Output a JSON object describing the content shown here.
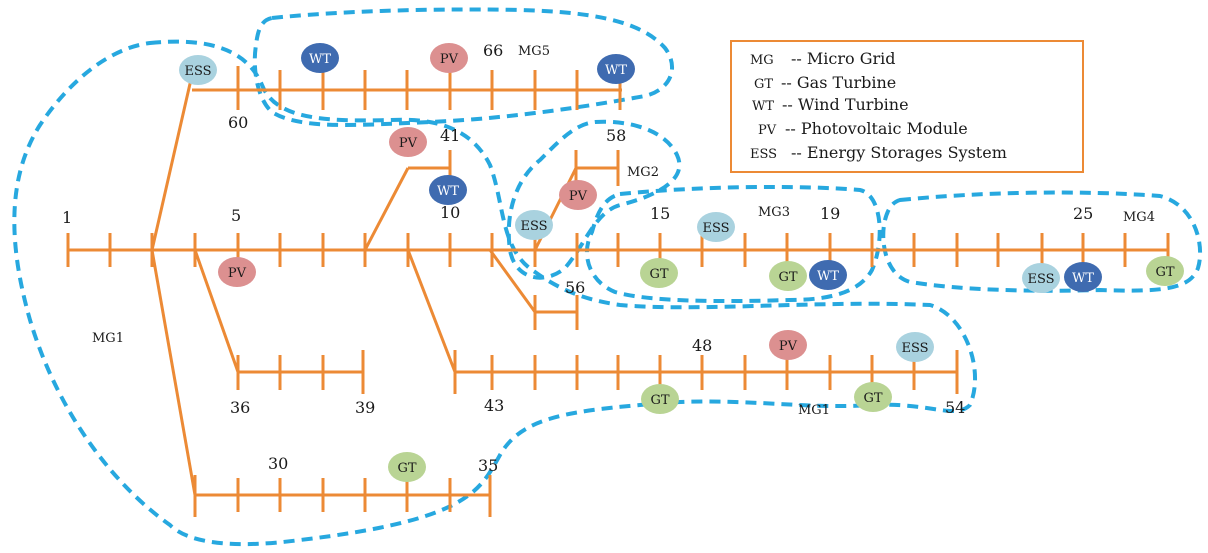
{
  "colors": {
    "line": "#ec8a35",
    "boundary": "#27a8df",
    "WT": "#3f6bb0",
    "PV": "#dc9090",
    "GT": "#b9d494",
    "ESS": "#a9d2df",
    "legend_border": "#ec8a35"
  },
  "components": {
    "WT": "WT",
    "PV": "PV",
    "GT": "GT",
    "ESS": "ESS"
  },
  "node_labels": {
    "n1": "1",
    "n5": "5",
    "n10": "10",
    "n15": "15",
    "n19": "19",
    "n25": "25",
    "n30": "30",
    "n35": "35",
    "n36": "36",
    "n39": "39",
    "n41": "41",
    "n43": "43",
    "n48": "48",
    "n54": "54",
    "n56": "56",
    "n58": "58",
    "n60": "60",
    "n66": "66"
  },
  "microgrid_labels": {
    "mg1_left": "MG1",
    "mg1_bottom": "MG1",
    "mg2": "MG2",
    "mg3": "MG3",
    "mg4": "MG4",
    "mg5": "MG5"
  },
  "legend": [
    {
      "abbr": "MG",
      "text": "-- Micro Grid"
    },
    {
      "abbr": "GT",
      "text": "-- Gas Turbine"
    },
    {
      "abbr": "WT",
      "text": "-- Wind Turbine"
    },
    {
      "abbr": "PV",
      "text": "-- Photovoltaic Module"
    },
    {
      "abbr": "ESS",
      "text": "-- Energy Storages System"
    }
  ]
}
